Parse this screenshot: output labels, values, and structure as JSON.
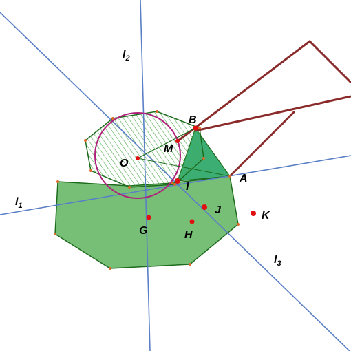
{
  "labels": {
    "B": "B",
    "M": "M",
    "O": "O",
    "A": "A",
    "I": "I",
    "J": "J",
    "K": "K",
    "G": "G",
    "H": "H",
    "l1": "l",
    "l1_sub": "1",
    "l2": "l",
    "l2_sub": "2",
    "l3": "l",
    "l3_sub": "3"
  },
  "colors": {
    "axis_line": "#5a7fc6",
    "octagon_fill": "#5fb35f",
    "octagon_stroke": "#1d6b1d",
    "triangle_fill": "#1aa05a",
    "hatch": "#4aa84a",
    "circle": "#b0207a",
    "dark_red": "#8b2a2a",
    "point": "#e01010"
  }
}
